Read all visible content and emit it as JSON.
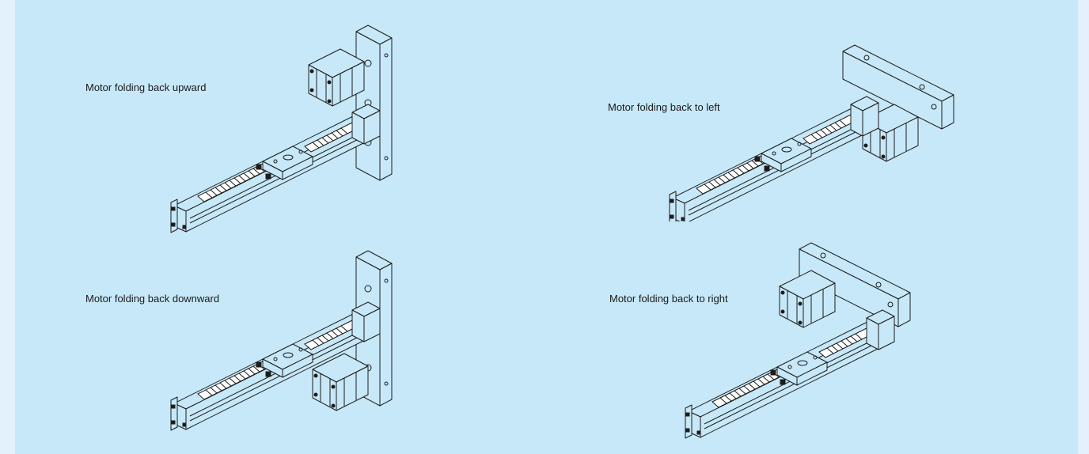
{
  "figure": {
    "captions": {
      "upward": "Motor folding back upward",
      "left": "Motor folding back to left",
      "downward": "Motor folding back downward",
      "right": "Motor folding back to right"
    }
  }
}
